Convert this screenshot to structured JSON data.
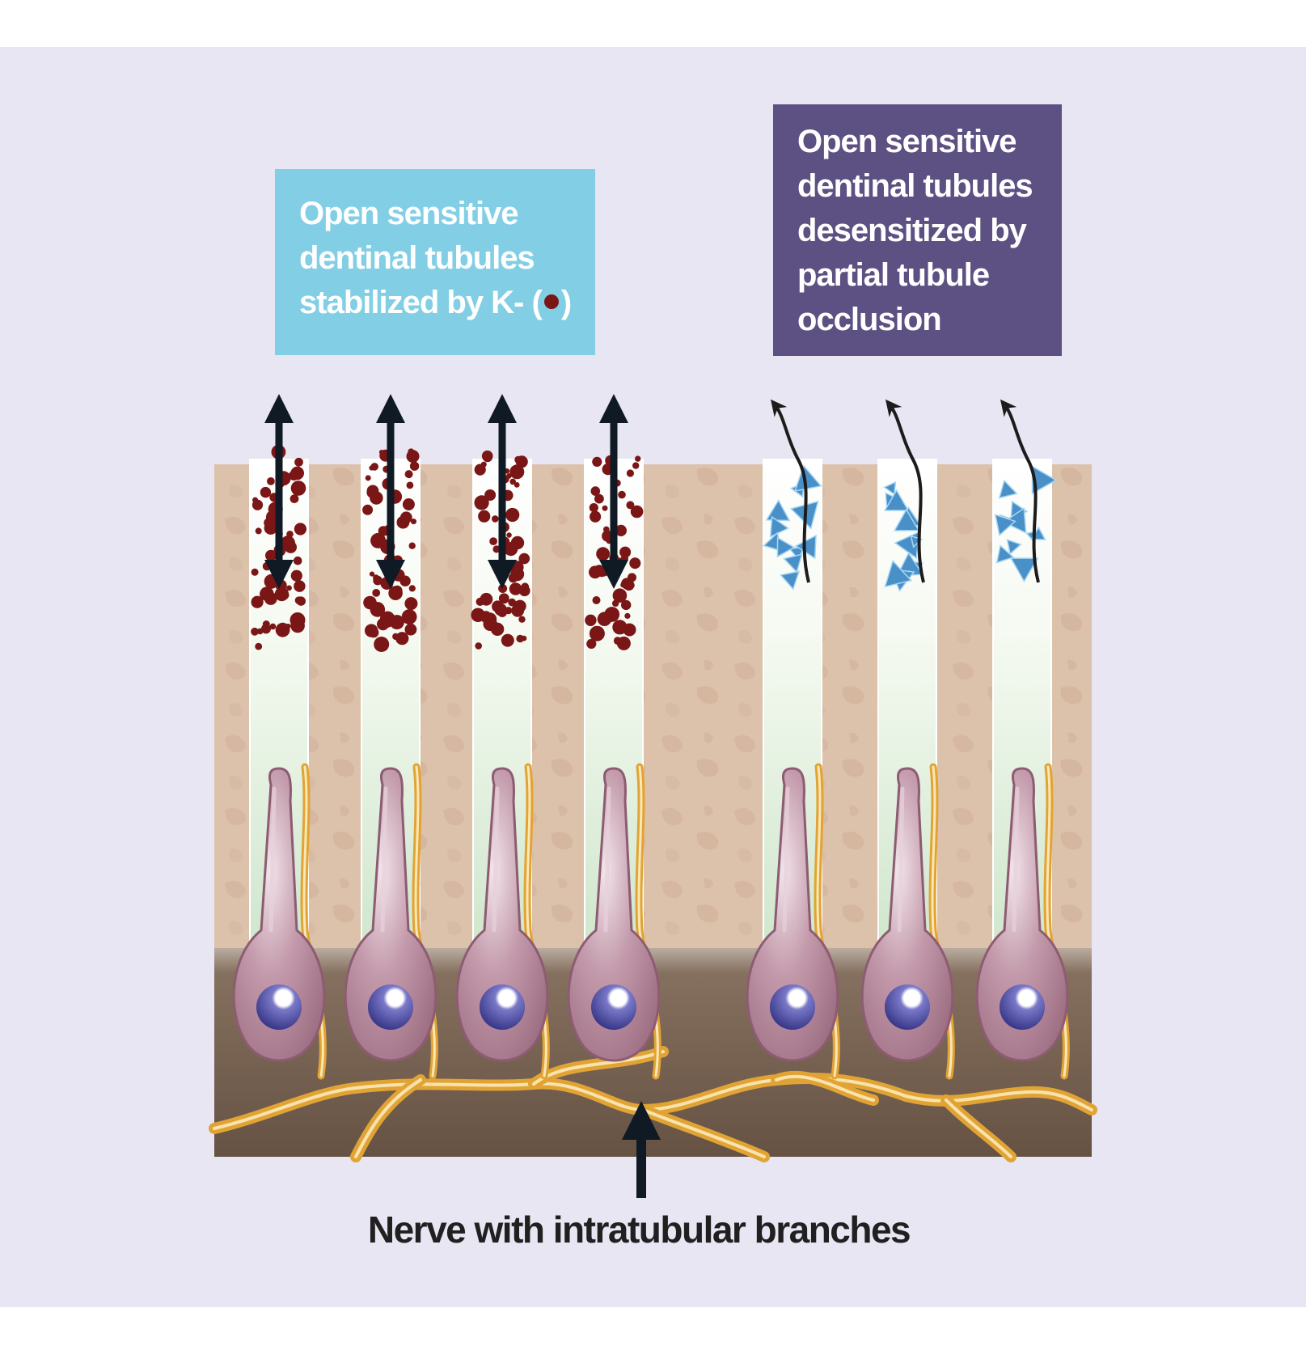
{
  "colors": {
    "panel_background": "#e7e6f2",
    "dentin": "#dcc1ab",
    "pulp": "#6e5a4b",
    "tubule_fluid": "#e8f2e2",
    "odontoblast": "#b98a9d",
    "nucleus": "#3d3a8c",
    "nerve": "#e1a434",
    "potassium_particle": "#7a1616",
    "occlusion_crystal": "#4a90c8",
    "arrow": "#0f1a24",
    "label_left_bg": "#82cfe5",
    "label_right_bg": "#5d5082"
  },
  "labels": {
    "left": {
      "line1": "Open sensitive",
      "line2": "dentinal tubules",
      "line3_prefix": "stabilized by K- (",
      "line3_suffix": ")"
    },
    "right": {
      "line1": "Open sensitive",
      "line2": "dentinal tubules",
      "line3": "desensitized by",
      "line4": "partial tubule",
      "line5": "occlusion"
    },
    "nerve_caption": "Nerve with intratubular branches"
  },
  "tubules": {
    "potassium_stabilized_count": 4,
    "occluded_count": 3
  }
}
